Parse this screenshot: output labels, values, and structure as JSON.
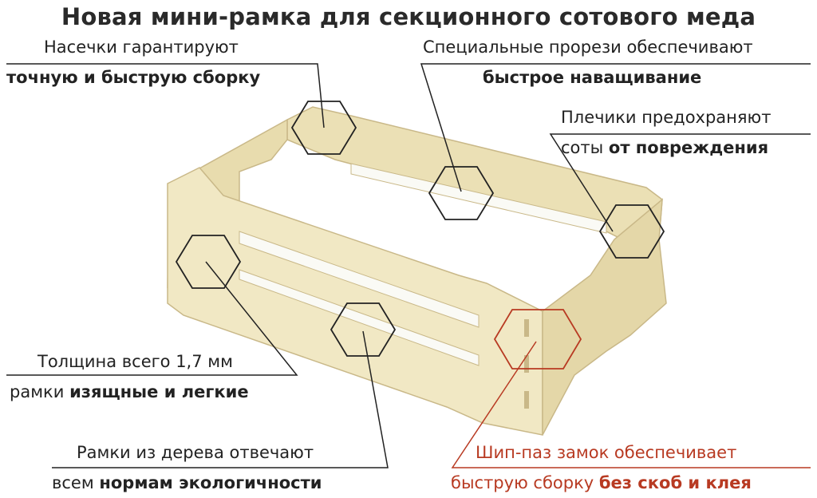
{
  "title": "Новая мини-рамка для секционного сотового меда",
  "callouts": {
    "notches": {
      "line1": "Насечки гарантируют",
      "line2": "точную и быструю сборку"
    },
    "slots": {
      "line1": "Специальные прорези обеспечивают",
      "line2": "быстрое наващивание"
    },
    "shoulders": {
      "line1": "Плечики предохраняют",
      "line2_plain": "соты ",
      "line2_bold": "от повреждения"
    },
    "thickness": {
      "line1": "Толщина всего 1,7 мм",
      "line2_plain": "рамки ",
      "line2_bold": "изящные и легкие"
    },
    "wood": {
      "line1": "Рамки из дерева отвечают",
      "line2_plain": "всем ",
      "line2_bold": "нормам экологичности"
    },
    "joint": {
      "line1": "Шип-паз замок обеспечивает",
      "line2_plain": "быструю сборку ",
      "line2_bold": "без скоб и клея"
    }
  },
  "colors": {
    "wood_light": "#f1e8c4",
    "wood_mid": "#e4d7a8",
    "wood_dark": "#c9b888",
    "line": "#222222",
    "accent_red": "#b83a22"
  }
}
